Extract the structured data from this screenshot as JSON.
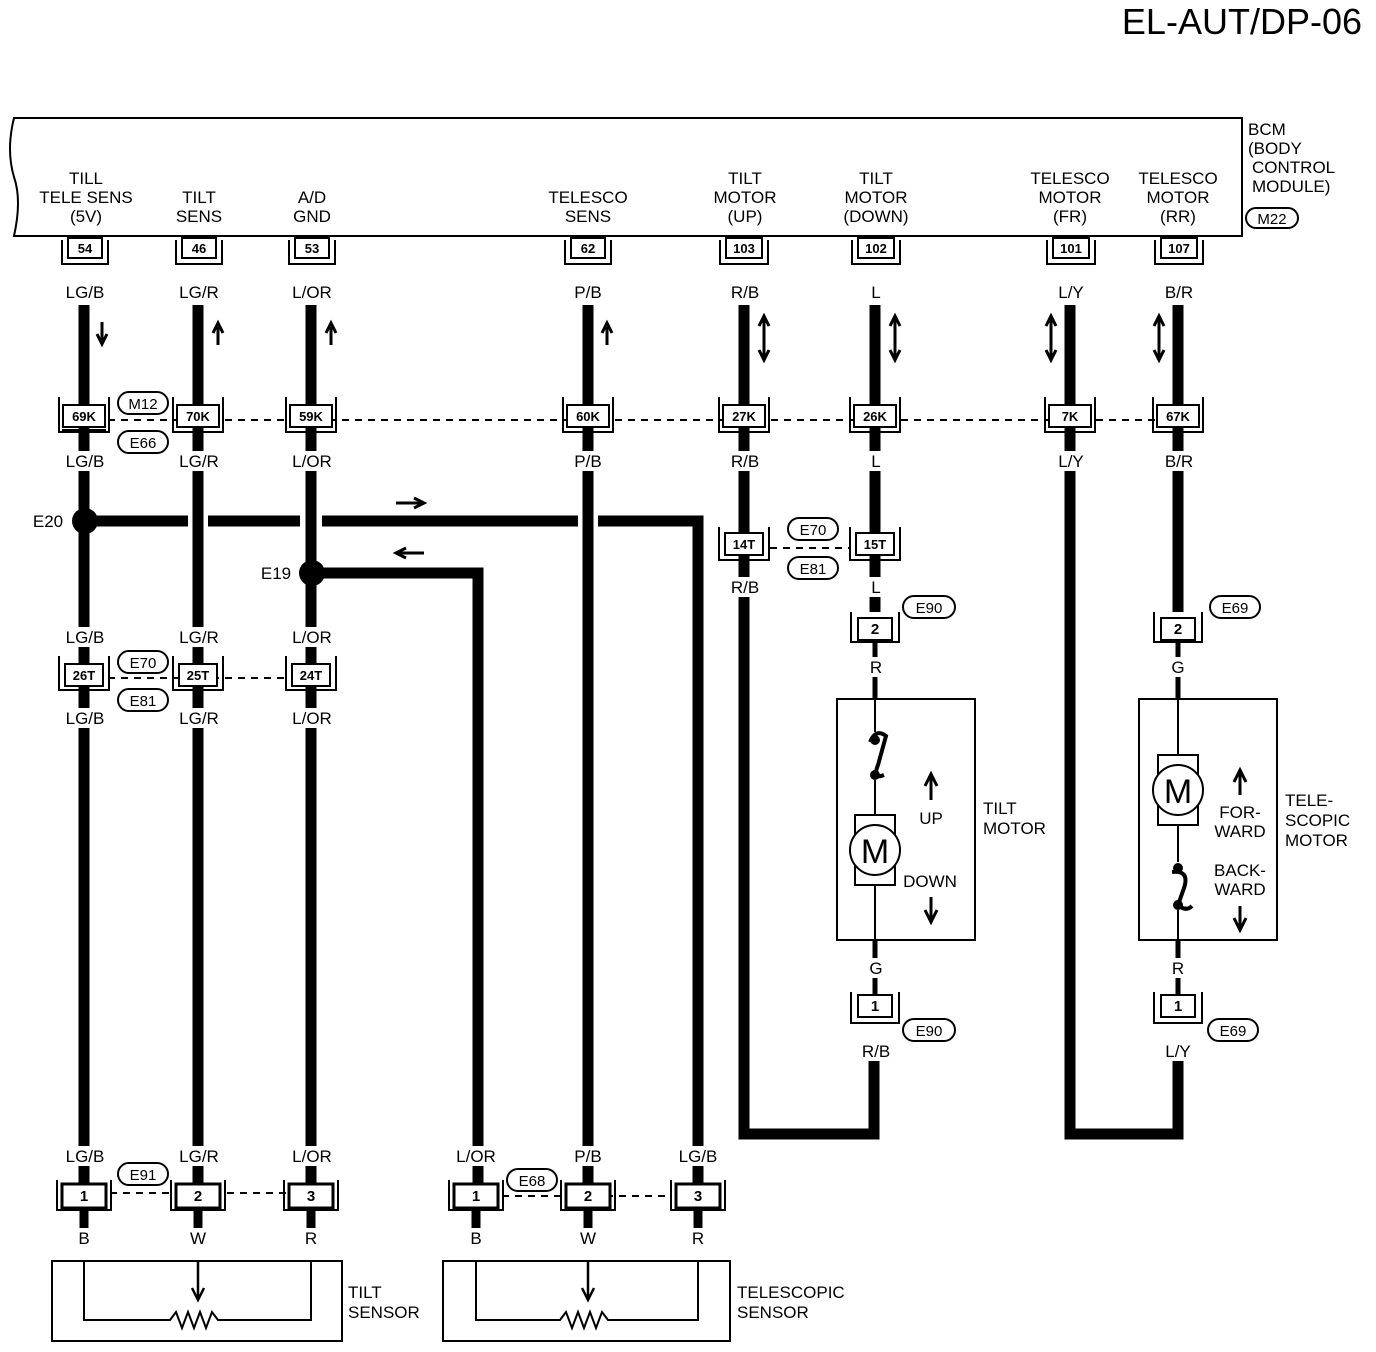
{
  "page_code": "EL-AUT/DP-06",
  "bcm": {
    "name": "BCM",
    "full_name_line1": "(BODY",
    "full_name_line2": "CONTROL",
    "full_name_line3": "MODULE)",
    "connector": "M22",
    "terminals": [
      {
        "label_lines": [
          "TILL",
          "TELE SENS",
          "(5V)"
        ],
        "pin": "54",
        "wire": "LG/B",
        "joint": "69K",
        "wire_after_joint": "LG/B"
      },
      {
        "label_lines": [
          "TILT",
          "SENS"
        ],
        "pin": "46",
        "wire": "LG/R",
        "joint": "70K",
        "wire_after_joint": "LG/R"
      },
      {
        "label_lines": [
          "A/D",
          "GND"
        ],
        "pin": "53",
        "wire": "L/OR",
        "joint": "59K",
        "wire_after_joint": "L/OR"
      },
      {
        "label_lines": [
          "TELESCO",
          "SENS"
        ],
        "pin": "62",
        "wire": "P/B",
        "joint": "60K",
        "wire_after_joint": "P/B"
      },
      {
        "label_lines": [
          "TILT",
          "MOTOR",
          "(UP)"
        ],
        "pin": "103",
        "wire": "R/B",
        "joint": "27K",
        "wire_after_joint": "R/B"
      },
      {
        "label_lines": [
          "TILT",
          "MOTOR",
          "(DOWN)"
        ],
        "pin": "102",
        "wire": "L",
        "joint": "26K",
        "wire_after_joint": "L"
      },
      {
        "label_lines": [
          "TELESCO",
          "MOTOR",
          "(FR)"
        ],
        "pin": "101",
        "wire": "L/Y",
        "joint": "7K",
        "wire_after_joint": "L/Y"
      },
      {
        "label_lines": [
          "TELESCO",
          "MOTOR",
          "(RR)"
        ],
        "pin": "107",
        "wire": "B/R",
        "joint": "67K",
        "wire_after_joint": "B/R"
      }
    ]
  },
  "connectors": {
    "m12": "M12",
    "e66": "E66",
    "e70": "E70",
    "e81": "E81",
    "e90": "E90",
    "e69": "E69",
    "e91": "E91",
    "e68": "E68"
  },
  "splices": {
    "e20": "E20",
    "e19": "E19"
  },
  "row_t": {
    "pins": [
      "26T",
      "25T",
      "24T"
    ],
    "wires_above": [
      "LG/B",
      "LG/R",
      "L/OR"
    ],
    "wires_below": [
      "LG/B",
      "LG/R",
      "L/OR"
    ]
  },
  "tilt_up_branch": {
    "pin": "14T",
    "wire_below": "R/B"
  },
  "tilt_down_branch": {
    "pin": "15T",
    "wire_below": "L"
  },
  "tilt_motor": {
    "top_pin": "2",
    "top_wire": "R",
    "bottom_pin": "1",
    "bottom_wire_above": "G",
    "bottom_wire_below": "R/B",
    "symbol": "M",
    "name_line1": "TILT",
    "name_line2": "MOTOR",
    "up": "UP",
    "down": "DOWN"
  },
  "telescopic_motor": {
    "top_pin": "2",
    "top_wire_above": "B/R",
    "top_wire": "G",
    "bottom_pin": "1",
    "bottom_wire_above": "R",
    "bottom_wire_below": "L/Y",
    "symbol": "M",
    "name_line1": "TELE-",
    "name_line2": "SCOPIC",
    "name_line3": "MOTOR",
    "forward_line1": "FOR-",
    "forward_line2": "WARD",
    "backward_line1": "BACK-",
    "backward_line2": "WARD"
  },
  "tilt_sensor": {
    "wires_above": [
      "LG/B",
      "LG/R",
      "L/OR"
    ],
    "pins": [
      "1",
      "2",
      "3"
    ],
    "wires_below": [
      "B",
      "W",
      "R"
    ],
    "name_line1": "TILT",
    "name_line2": "SENSOR"
  },
  "telescopic_sensor": {
    "wires_above": [
      "L/OR",
      "P/B",
      "LG/B"
    ],
    "pins": [
      "1",
      "2",
      "3"
    ],
    "wires_below": [
      "B",
      "W",
      "R"
    ],
    "name_line1": "TELESCOPIC",
    "name_line2": "SENSOR"
  }
}
